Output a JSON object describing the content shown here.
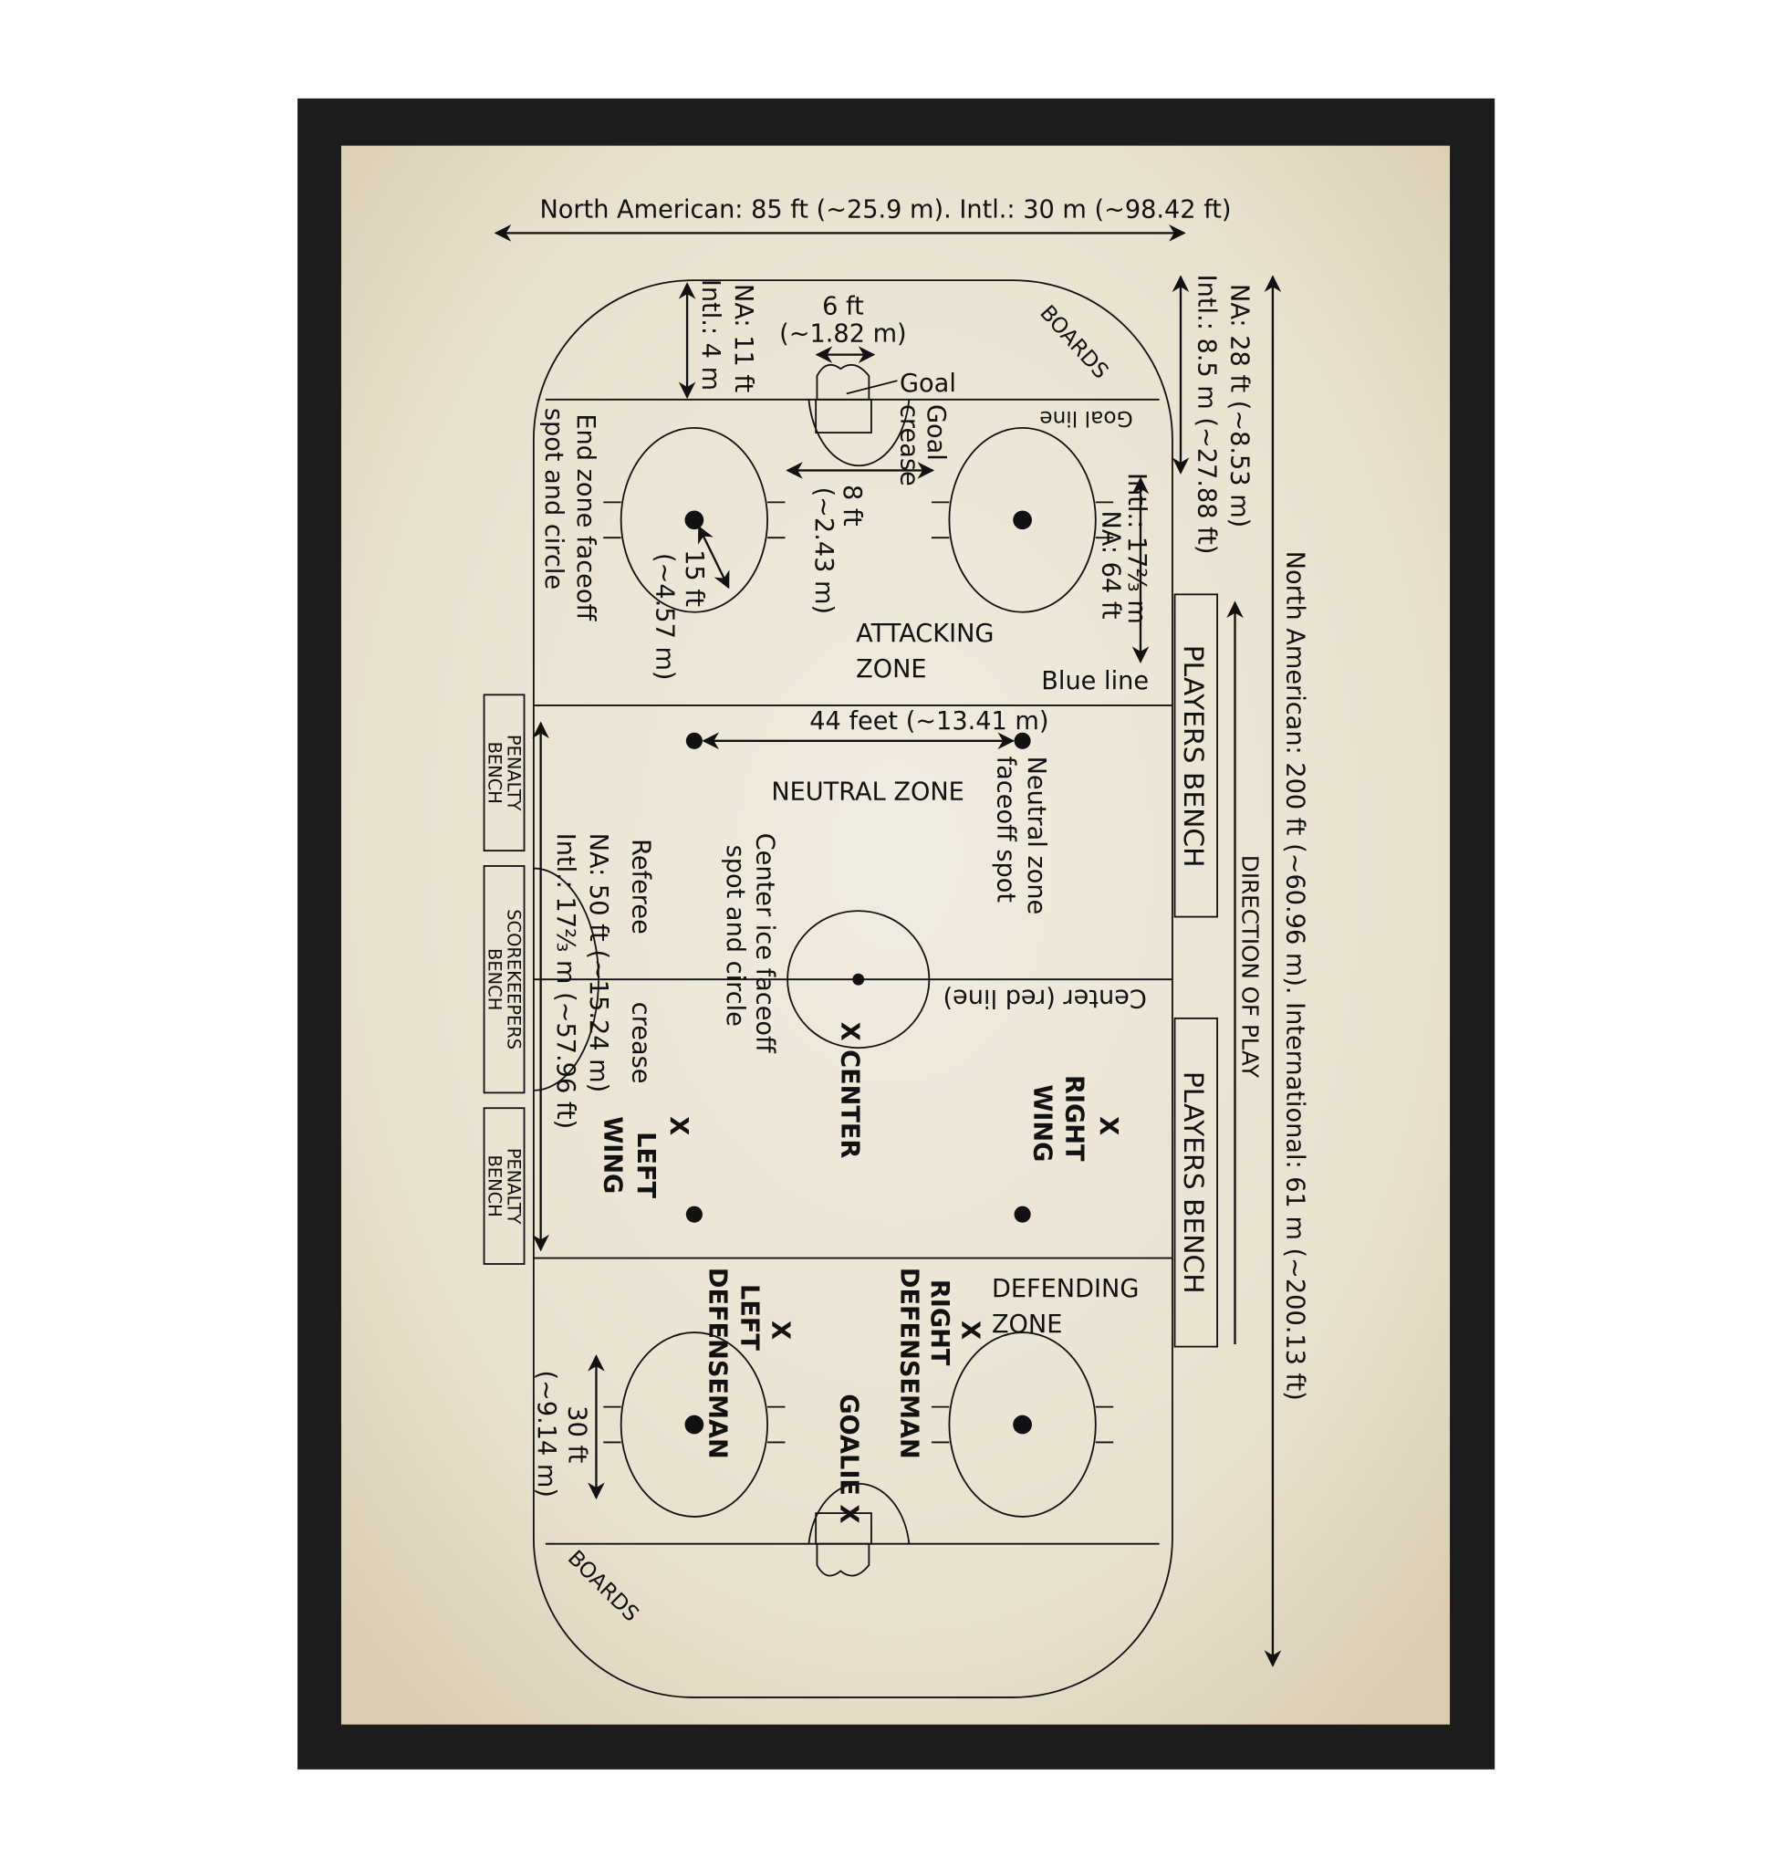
{
  "poster": {
    "width_label": "North American: 85 ft (~25.9 m). Intl.: 30 m (~98.42 ft)",
    "length_label": "North American: 200 ft (~60.96 m). International: 61 m (~200.13 ft)",
    "direction_of_play": "DIRECTION OF PLAY",
    "players_bench": "PLAYERS BENCH",
    "penalty_bench": [
      "PENALTY",
      "BENCH"
    ],
    "scorekeepers_bench": [
      "SCOREKEEPERS",
      "BENCH"
    ],
    "corner_na": "NA: 28 ft (~8.53 m)",
    "corner_intl": "Intl.: 8.5 m (~27.88 ft)",
    "blue_intl": "Intl.: 17⅔ m",
    "blue_na": "NA: 64 ft",
    "blue_line": "Blue line",
    "goal_line": "Goal line",
    "boards": "BOARDS",
    "goal_na": "NA: 11 ft",
    "goal_intl": "Intl.: 4 m",
    "goal_width": [
      "6 ft",
      "(~1.82 m)"
    ],
    "goal": "Goal",
    "goal_crease": [
      "Goal",
      "crease"
    ],
    "crease_width": [
      "8 ft",
      "(~2.43 m)"
    ],
    "end_zone": [
      "End zone faceoff",
      "spot and circle"
    ],
    "radius": [
      "15 ft",
      "(~4.57 m)"
    ],
    "attacking_zone": [
      "ATTACKING",
      "ZONE"
    ],
    "neutral_spacing": "44 feet (~13.41 m)",
    "neutral_zone": "NEUTRAL ZONE",
    "neutral_spot": [
      "Neutral zone",
      "faceoff spot"
    ],
    "center_ice": [
      "Center ice faceoff",
      "spot and circle"
    ],
    "referee_crease": [
      "Referee",
      "crease"
    ],
    "neutral_na": "NA: 50 ft (~15.24 m)",
    "neutral_intl": "Intl.: 17⅔ m (~57.96 ft)",
    "center_line": "Center (red line)",
    "defending_zone": [
      "DEFENDING",
      "ZONE"
    ],
    "faceoff_diameter": [
      "30 ft",
      "(~9.14 m)"
    ],
    "players": {
      "x": "X",
      "center": "X CENTER",
      "right_wing": [
        "RIGHT",
        "WING"
      ],
      "left_wing": [
        "LEFT",
        "WING"
      ],
      "left_def": [
        "LEFT",
        "DEFENSEMAN"
      ],
      "right_def": [
        "RIGHT",
        "DEFENSEMAN"
      ],
      "goalie": "GOALIE X"
    }
  },
  "colors": {
    "frame": "#1a1a1a",
    "paper": "#ebe4d4",
    "ink": "#111111"
  }
}
